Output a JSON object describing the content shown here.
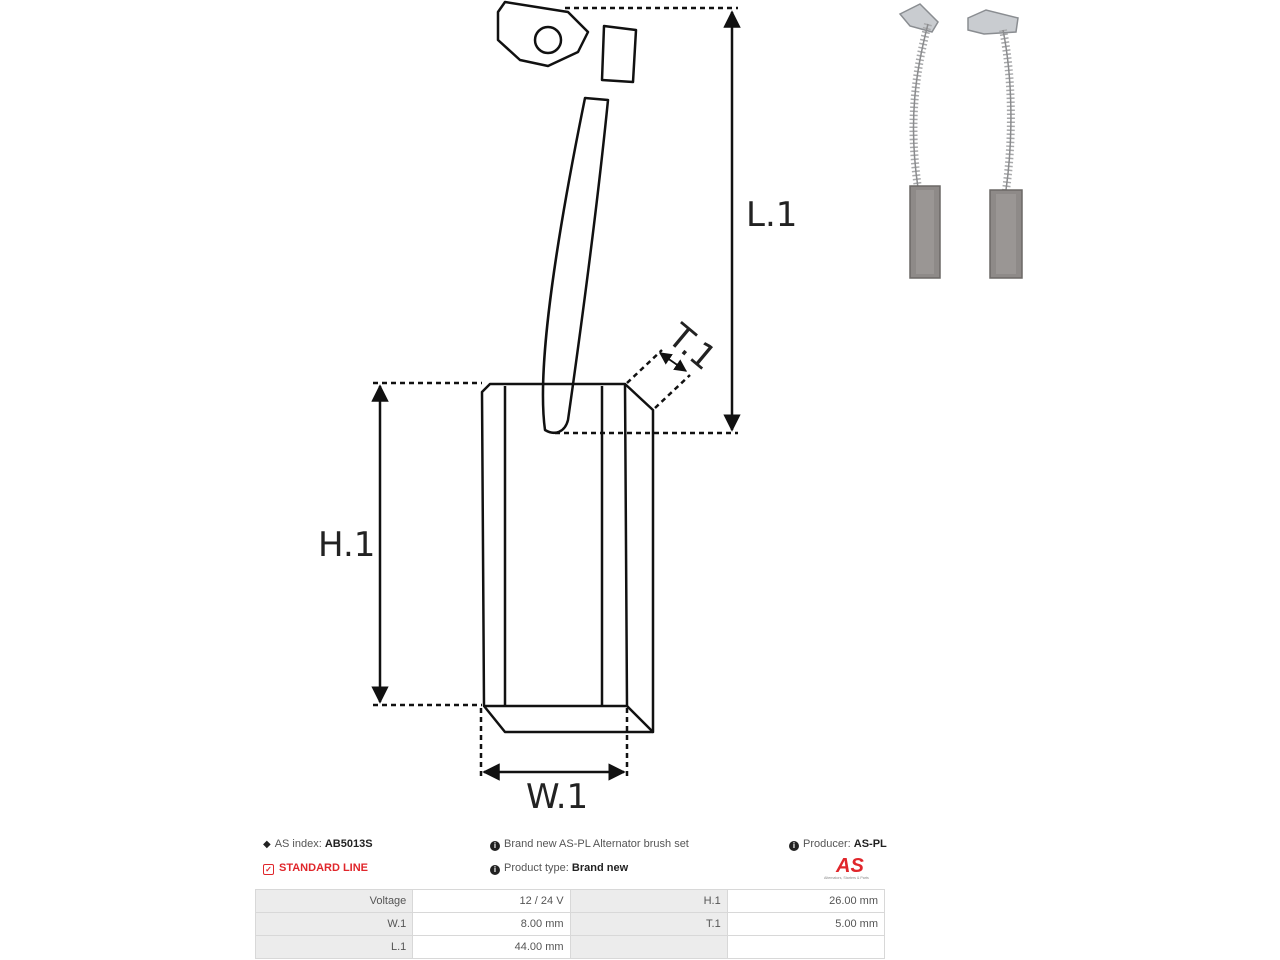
{
  "diagram": {
    "labels": {
      "l1": "L.1",
      "h1": "H.1",
      "w1": "W.1",
      "t1": "T.1"
    }
  },
  "info": {
    "as_index_label": "AS index:",
    "as_index_value": "AB5013S",
    "standard_line": "STANDARD LINE",
    "description": "Brand new AS-PL Alternator brush set",
    "product_type_label": "Product type:",
    "product_type_value": "Brand new",
    "producer_label": "Producer:",
    "producer_value": "AS-PL"
  },
  "logo": {
    "text": "AS",
    "tagline": "Alternators, Starters & Parts",
    "color": "#e0262b"
  },
  "specs": {
    "rows": [
      {
        "k1": "Voltage",
        "v1": "12 / 24 V",
        "k2": "H.1",
        "v2": "26.00 mm"
      },
      {
        "k1": "W.1",
        "v1": "8.00 mm",
        "k2": "T.1",
        "v2": "5.00 mm"
      },
      {
        "k1": "L.1",
        "v1": "44.00 mm",
        "k2": "",
        "v2": ""
      }
    ]
  },
  "icons": [
    "tag-icon",
    "check-icon",
    "info-icon"
  ]
}
